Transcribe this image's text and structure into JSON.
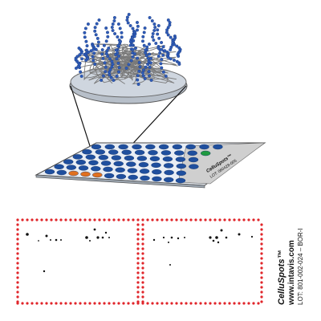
{
  "colors": {
    "spot_blue": "#1f4f9e",
    "spot_orange": "#e0701f",
    "spot_green": "#1f9a3f",
    "slide_fill": "#e9eef5",
    "slide_stroke": "#4a4a4a",
    "label_area": "#cfcfcf",
    "frame_dots": "#e0252a",
    "blot_dots": "#111111",
    "bowl_fill": "#cfd6df",
    "fiber_gray": "#7a7a7a",
    "peptide_blue": "#2f5cb8"
  },
  "slide_label": {
    "brand": "CelluSpots™",
    "lot": "LOT: 060428-005"
  },
  "membrane_label": {
    "brand": "CelluSpots™",
    "url": "www.intavis.com",
    "lot": "LOT: 801-002-024 – BOR-I"
  }
}
